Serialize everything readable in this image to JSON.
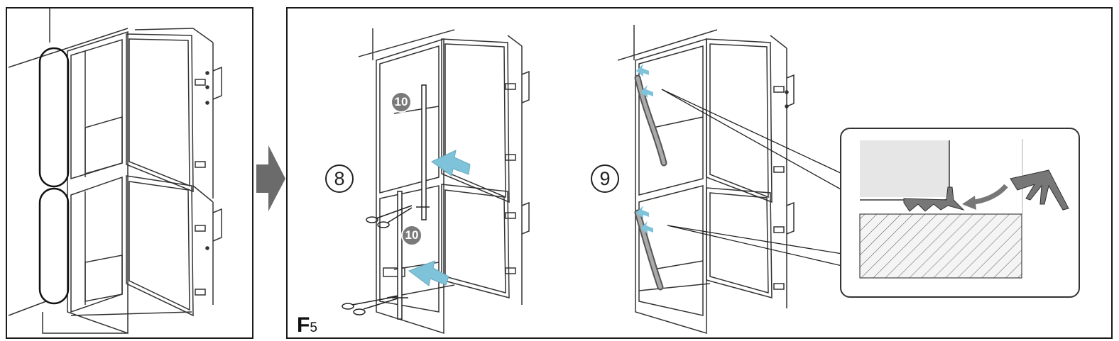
{
  "steps": [
    {
      "number": "8"
    },
    {
      "number": "9"
    }
  ],
  "part_badges": [
    {
      "label": "10"
    },
    {
      "label": "10"
    }
  ],
  "figure_label": {
    "letter": "F",
    "index": "5"
  },
  "colors": {
    "arrow_blue": "#7ec3d9",
    "badge_gray": "#7a7a7a",
    "step_arrow": "#6b6b6b",
    "line": "#333333",
    "strip_gray": "#777777",
    "hatch_fill": "#f4f4f4",
    "block_fill": "#e6e6e6"
  },
  "icons": [
    "scissors-icon",
    "process-arrow-icon",
    "push-arrow-icon"
  ]
}
